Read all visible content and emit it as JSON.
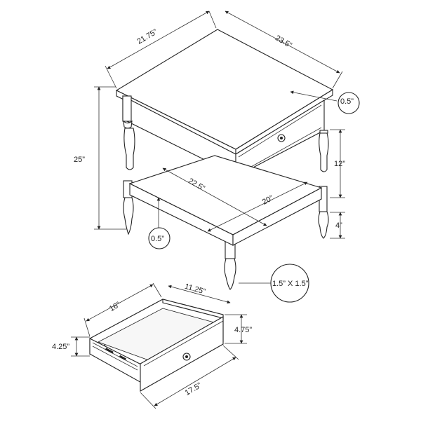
{
  "diagram": {
    "table_dimensions": {
      "top_depth": "21.75”",
      "top_width": "23.5”",
      "overall_height": "25”",
      "top_thickness": "0.5”",
      "apron_height": "12”",
      "shelf_clearance": "4”",
      "shelf_depth": "22.5”",
      "shelf_width": "20”",
      "shelf_thickness": "0.5”",
      "leg_section": "1.5” X 1.5”"
    },
    "drawer_dimensions": {
      "depth": "16”",
      "inner_width": "11.25”",
      "inner_height": "4.75”",
      "height": "4.25”",
      "front_width": "17.5”"
    },
    "colors": {
      "line": "#222222",
      "background": "#ffffff"
    }
  }
}
